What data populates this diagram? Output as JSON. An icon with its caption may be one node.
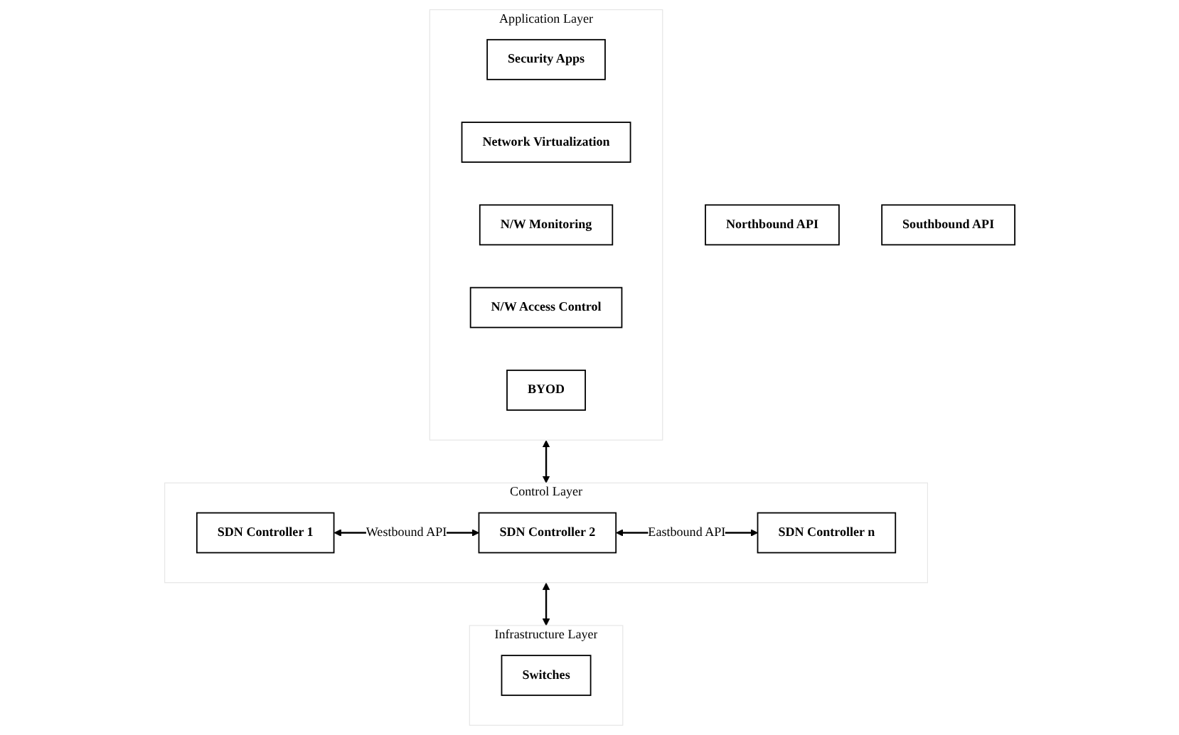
{
  "diagram": {
    "nodes": [
      {
        "text": [
          "Application Layer"
        ]
      },
      {
        "text": [
          "Security Apps"
        ],
        "in": 0
      },
      {
        "text": [
          "Network Virtualization"
        ],
        "in": 0
      },
      {
        "text": [
          "N/W Monitoring"
        ],
        "in": 0
      },
      {
        "text": [
          "N/W Access Control"
        ],
        "in": 0
      },
      {
        "text": [
          "BYOD"
        ],
        "in": 0
      },
      {
        "text": [
          "Northbound API"
        ]
      },
      {
        "text": [
          "Control Layer"
        ]
      },
      {
        "text": [
          "SDN Controller 1"
        ],
        "in": 7
      },
      {
        "text": [
          "SDN Controller 2"
        ],
        "in": 7
      },
      {
        "text": [
          "SDN Controller n"
        ],
        "in": 7
      },
      {
        "text": [
          "Southbound API"
        ]
      },
      {
        "text": [
          "Infrastructure Layer"
        ]
      },
      {
        "text": [
          "Switches"
        ],
        "in": 12
      }
    ],
    "edges": [
      {
        "from": 0,
        "to": 7,
        "arrow": "both"
      },
      {
        "from": 8,
        "to": 9,
        "arrow": "both",
        "label": "Westbound API"
      },
      {
        "from": 9,
        "to": 10,
        "arrow": "both",
        "label": "Eastbound API"
      },
      {
        "from": 7,
        "to": 12,
        "arrow": "both"
      }
    ]
  }
}
